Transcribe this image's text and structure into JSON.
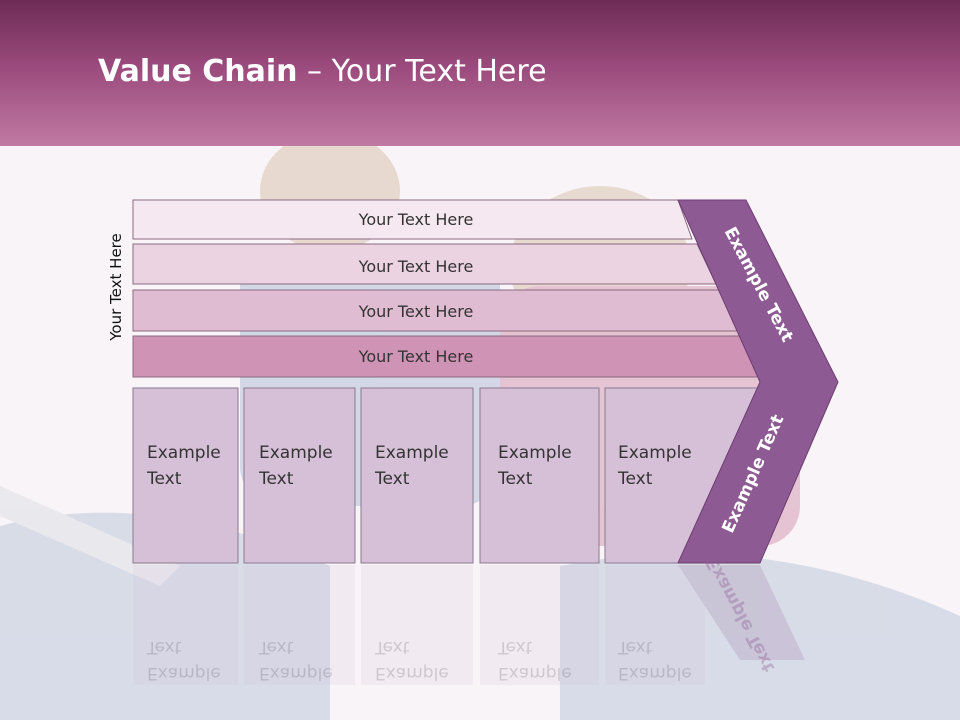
{
  "slide": {
    "title_bold": "Value Chain",
    "title_rest": " – Your Text Here",
    "side_label": "Your Text Here"
  },
  "bars": [
    {
      "label": "Your Text Here"
    },
    {
      "label": "Your Text Here"
    },
    {
      "label": "Your Text Here"
    },
    {
      "label": "Your Text Here"
    }
  ],
  "columns": [
    {
      "line1": "Example",
      "line2": "Text"
    },
    {
      "line1": "Example",
      "line2": "Text"
    },
    {
      "line1": "Example",
      "line2": "Text"
    },
    {
      "line1": "Example",
      "line2": "Text"
    },
    {
      "line1": "Example",
      "line2": "Text"
    }
  ],
  "chevron": {
    "upper_label": "Example Text",
    "lower_label": "Example Text"
  },
  "colors": {
    "header_top": "#6d2c55",
    "header_bottom": "#c07aa3",
    "chevron": "#8e5a93",
    "bar1": "#f5e8f0",
    "bar2": "#ecd3e2",
    "bar3": "#e0bcd2",
    "bar4": "#cf93b5",
    "box": "#d6c0d8"
  }
}
